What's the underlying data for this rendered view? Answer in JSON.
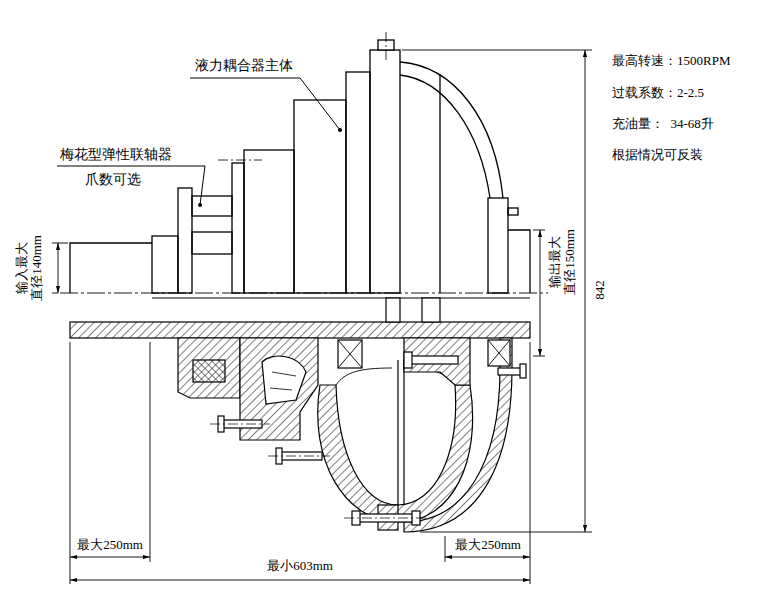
{
  "diagram": {
    "labels": [
      "液力耦合器主体",
      "梅花型弹性联轴器",
      "爪数可选",
      "输入最大 直径140mm",
      "输出最大 直径150mm",
      "842",
      "最高转速：1500RPM",
      "过载系数：2-2.5",
      "充油量：  34-68升",
      "根据情况可反装",
      "最大250mm",
      "最小603mm",
      "最大250mm"
    ]
  }
}
